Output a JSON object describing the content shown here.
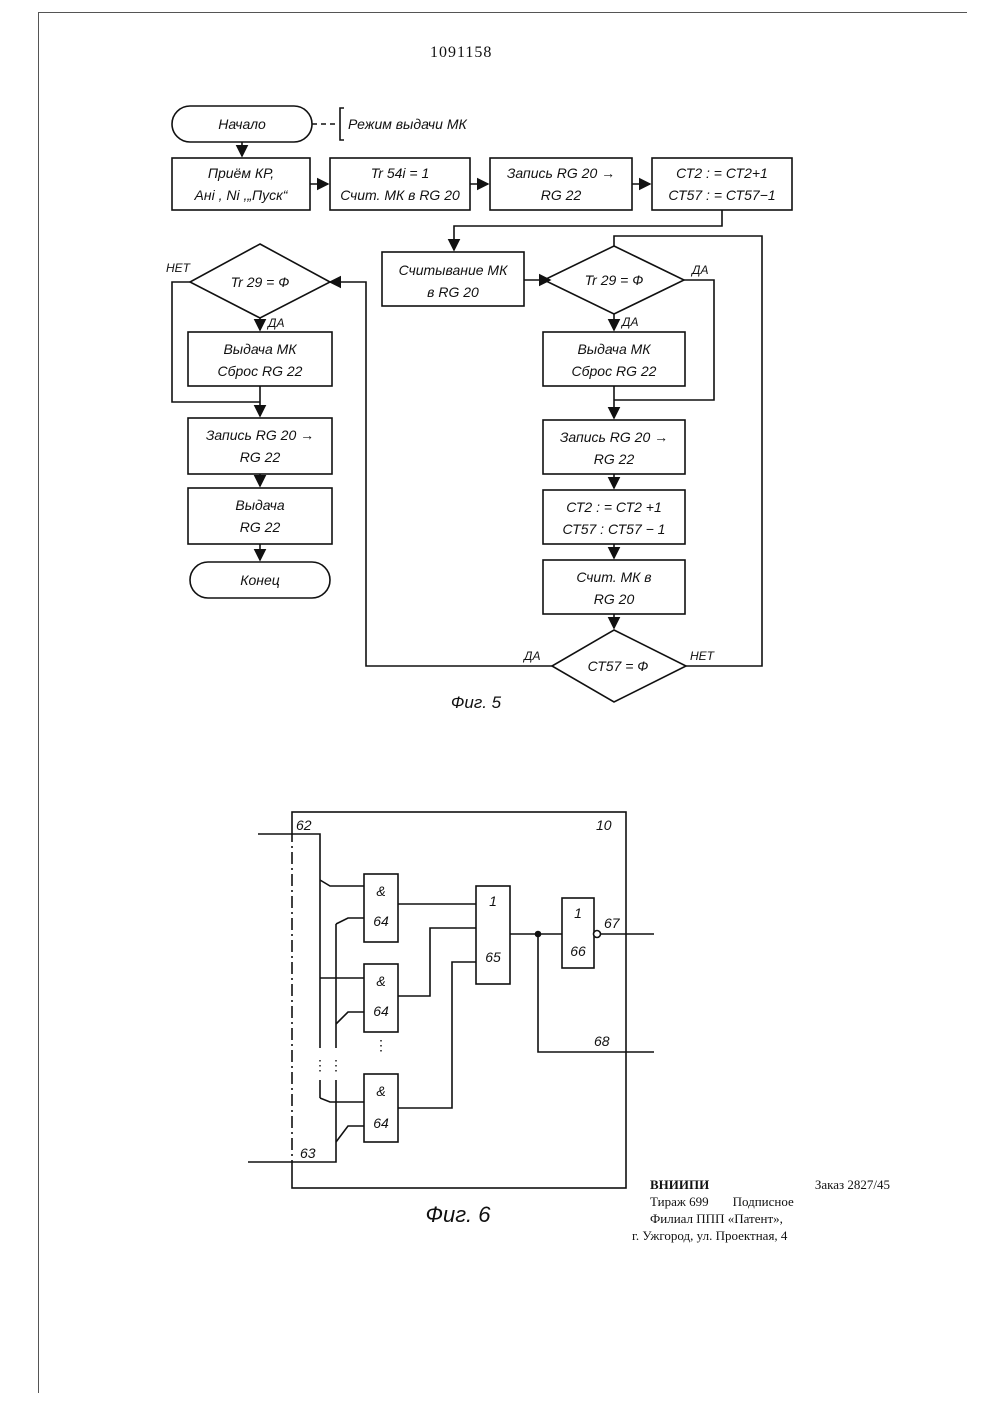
{
  "header": {
    "patent_number": "1091158"
  },
  "fig5": {
    "caption": "Фиг. 5",
    "mode_note": "Режим выдачи МК",
    "start": "Начало",
    "receive": [
      "Приём КР,",
      "Aнi , Ni ,„Пуск“"
    ],
    "set_tr": [
      "Tr 54i = 1",
      "Счит. МК в RG 20"
    ],
    "write1": [
      "Запись RG 20 →",
      "RG 22"
    ],
    "counters1": [
      "СТ2 : = СТ2+1",
      "СТ57 : = СТ57−1"
    ],
    "read": [
      "Считывание МК",
      "в RG 20"
    ],
    "cond_tr29_right": "Tr 29 = Ф",
    "cond_tr29_left": "Tr 29 = Ф",
    "issue_right": [
      "Выдача МК",
      "Сброс RG 22"
    ],
    "issue_left": [
      "Выдача МК",
      "Сброс RG 22"
    ],
    "write_right": [
      "Запись RG 20 →",
      "RG 22"
    ],
    "write_left": [
      "Запись RG 20 →",
      "RG 22"
    ],
    "counters2": [
      "СТ2 : = СТ2 +1",
      "СТ57 : СТ57 − 1"
    ],
    "read2": [
      "Счит. МК в",
      "RG 20"
    ],
    "cond_ct57": "СТ57 = Ф",
    "output": [
      "Выдача",
      "RG 22"
    ],
    "end": "Конец",
    "yes": "ДА",
    "no": "НЕТ"
  },
  "fig6": {
    "caption": "Фиг. 6",
    "block_id": "10",
    "input_top": "62",
    "input_bottom": "63",
    "and_symbol": "&",
    "and_id": "64",
    "or_symbol": "1",
    "or_id": "65",
    "inv_symbol": "1",
    "inv_id": "66",
    "out1": "67",
    "out2": "68"
  },
  "imprint": {
    "org": "ВНИИПИ",
    "order": "Заказ 2827/45",
    "run": "Тираж 699",
    "sub": "Подписное",
    "branch": "Филиал ППП «Патент»,",
    "address": "г. Ужгород, ул. Проектная, 4"
  }
}
